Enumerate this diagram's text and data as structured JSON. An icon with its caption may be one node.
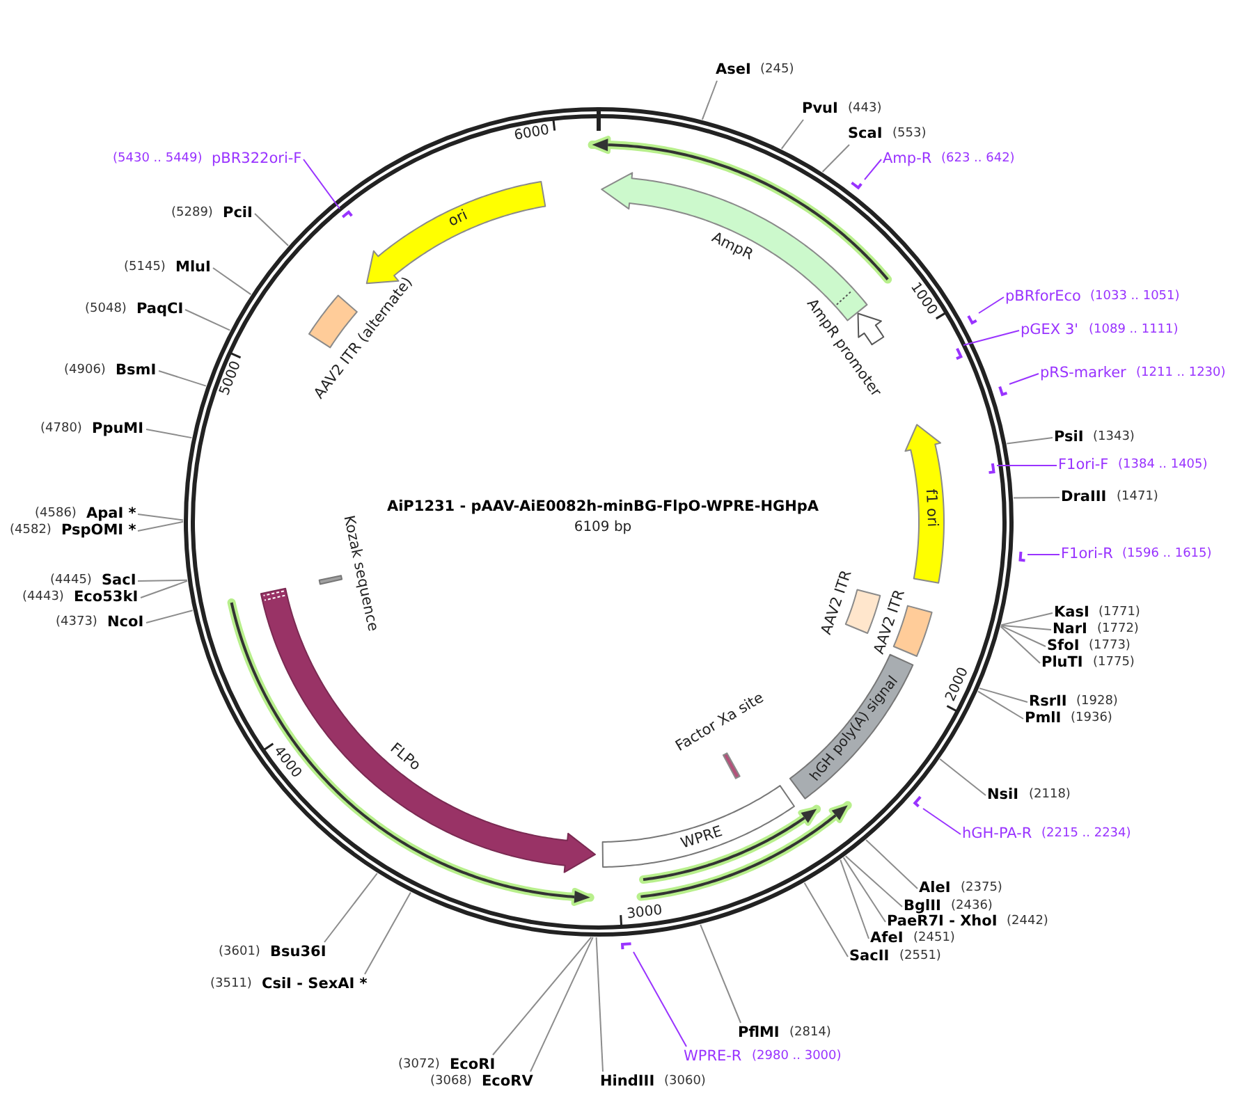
{
  "diagram": {
    "title": "AiP1231 - pAAV-AiE0082h-minBG-FlpO-WPRE-HGHpA",
    "nodes": [
      {
        "text": [
          "AseI",
          "(245)"
        ]
      },
      {
        "text": [
          "PvuI",
          "(443)"
        ]
      },
      {
        "text": [
          "ScaI",
          "(553)"
        ]
      },
      {
        "text": [
          "Amp-R",
          "(623 .. 642)"
        ]
      },
      {
        "text": [],
        "shape": "bar"
      },
      {
        "text": [
          "pBRforEco",
          "(1033 .. 1051)"
        ]
      },
      {
        "text": [],
        "shape": "bar"
      },
      {
        "text": [
          "pGEX 3'",
          "(1089 .. 1111)"
        ]
      },
      {
        "text": [],
        "shape": "bar"
      },
      {
        "text": [
          "pRS-marker",
          "(1211 .. 1230)"
        ]
      },
      {
        "text": [],
        "shape": "bar"
      },
      {
        "text": [
          "PsiI",
          "(1343)"
        ]
      },
      {
        "text": [
          "F1ori-F",
          "(1384 .. 1405)"
        ]
      },
      {
        "text": [],
        "shape": "bar"
      },
      {
        "text": [
          "DraIII",
          "(1471)"
        ]
      },
      {
        "text": [
          "F1ori-R",
          "(1596 .. 1615)"
        ]
      },
      {
        "text": [],
        "shape": "bar"
      },
      {
        "text": [
          "KasI",
          "(1771)"
        ]
      },
      {
        "text": [
          "NarI",
          "(1772)"
        ]
      },
      {
        "text": [
          "SfoI",
          "(1773)"
        ]
      },
      {
        "text": [
          "PluTI",
          "(1775)"
        ]
      },
      {
        "text": [
          "RsrII",
          "(1928)"
        ]
      },
      {
        "text": [
          "PmlI",
          "(1936)"
        ]
      },
      {
        "text": [
          "NsiI",
          "(2118)"
        ]
      },
      {
        "text": [
          "hGH-PA-R",
          "(2215 .. 2234)"
        ]
      },
      {
        "text": [],
        "shape": "bar"
      },
      {
        "text": [
          "AleI",
          "(2375)"
        ]
      },
      {
        "text": [
          "BglII",
          "(2436)"
        ]
      },
      {
        "text": [
          "PaeR7I - XhoI",
          "(2442)"
        ]
      },
      {
        "text": [
          "AfeI",
          "(2451)"
        ]
      },
      {
        "text": [
          "SacII",
          "(2551)"
        ]
      },
      {
        "text": [
          "PflMI",
          "(2814)"
        ]
      },
      {
        "text": [
          "WPRE-R",
          "(2980 .. 3000)"
        ]
      },
      {
        "text": [],
        "shape": "bar"
      },
      {
        "text": [
          "HindIII",
          "(3060)"
        ]
      },
      {
        "text": [
          "(3068)",
          "EcoRV"
        ]
      },
      {
        "text": [
          "(3072)",
          "EcoRI"
        ]
      },
      {
        "text": [
          "(3511)",
          "CsiI - SexAI *"
        ]
      },
      {
        "text": [
          "(3601)",
          "Bsu36I"
        ]
      },
      {
        "text": [
          "(4373)",
          "NcoI"
        ]
      },
      {
        "text": [
          "(4443)",
          "Eco53kI"
        ]
      },
      {
        "text": [
          "(4445)",
          "SacI"
        ]
      },
      {
        "text": [
          "(4582)",
          "PspOMI *"
        ]
      },
      {
        "text": [
          "(4586)",
          "ApaI *"
        ]
      },
      {
        "text": [
          "(4780)",
          "PpuMI"
        ]
      },
      {
        "text": [
          "(4906)",
          "BsmI"
        ]
      },
      {
        "text": [
          "(5048)",
          "PaqCI"
        ]
      },
      {
        "text": [
          "(5145)",
          "MluI"
        ]
      },
      {
        "text": [
          "(5289)",
          "PciI"
        ]
      },
      {
        "text": [
          "(5430 .. 5449)",
          "pBR322ori-F"
        ]
      },
      {
        "text": [],
        "shape": "bar"
      },
      {
        "text": [
          "AmpR"
        ]
      },
      {
        "text": [
          "AmpR promoter"
        ]
      },
      {
        "text": [
          "f1 ori"
        ]
      },
      {
        "text": [
          "AAV2 ITR"
        ]
      },
      {
        "text": [
          "AAV2 ITR"
        ]
      },
      {
        "text": [
          "hGH poly(A) signal"
        ]
      },
      {
        "text": [
          "Factor Xa site"
        ]
      },
      {
        "text": [
          "WPRE"
        ]
      },
      {
        "text": [
          "FLPo"
        ]
      },
      {
        "text": [
          "Kozak sequence"
        ]
      },
      {
        "text": [
          "AAV2 ITR (alternate)"
        ]
      },
      {
        "text": [
          "ori"
        ]
      }
    ],
    "edges": [
      {
        "from": 0,
        "to": null,
        "arrow": "none"
      },
      {
        "from": 1,
        "to": null,
        "arrow": "none"
      },
      {
        "from": 2,
        "to": null,
        "arrow": "none"
      },
      {
        "from": 3,
        "to": 4,
        "arrow": "none",
        "color": "#9933ff"
      },
      {
        "from": 5,
        "to": 6,
        "arrow": "none",
        "color": "#9933ff"
      },
      {
        "from": 7,
        "to": 8,
        "arrow": "none",
        "color": "#9933ff"
      },
      {
        "from": 9,
        "to": 10,
        "arrow": "none",
        "color": "#9933ff"
      },
      {
        "from": 11,
        "to": null,
        "arrow": "none"
      },
      {
        "from": 12,
        "to": 13,
        "arrow": "none",
        "color": "#9933ff"
      },
      {
        "from": 14,
        "to": null,
        "arrow": "none"
      },
      {
        "from": 15,
        "to": 16,
        "arrow": "none",
        "color": "#9933ff"
      },
      {
        "from": 17,
        "to": null,
        "arrow": "none"
      },
      {
        "from": 18,
        "to": null,
        "arrow": "none"
      },
      {
        "from": 19,
        "to": null,
        "arrow": "none"
      },
      {
        "from": 20,
        "to": null,
        "arrow": "none"
      },
      {
        "from": 21,
        "to": null,
        "arrow": "none"
      },
      {
        "from": 22,
        "to": null,
        "arrow": "none"
      },
      {
        "from": 23,
        "to": null,
        "arrow": "none"
      },
      {
        "from": 24,
        "to": 25,
        "arrow": "none",
        "color": "#9933ff"
      },
      {
        "from": 26,
        "to": null,
        "arrow": "none"
      },
      {
        "from": 27,
        "to": null,
        "arrow": "none"
      },
      {
        "from": 28,
        "to": null,
        "arrow": "none"
      },
      {
        "from": 29,
        "to": null,
        "arrow": "none"
      },
      {
        "from": 30,
        "to": null,
        "arrow": "none"
      },
      {
        "from": 31,
        "to": null,
        "arrow": "none"
      },
      {
        "from": 32,
        "to": 33,
        "arrow": "none",
        "color": "#9933ff"
      },
      {
        "from": 34,
        "to": null,
        "arrow": "none"
      },
      {
        "from": 35,
        "to": null,
        "arrow": "none"
      },
      {
        "from": 36,
        "to": null,
        "arrow": "none"
      },
      {
        "from": 37,
        "to": null,
        "arrow": "none"
      },
      {
        "from": 38,
        "to": null,
        "arrow": "none"
      },
      {
        "from": 39,
        "to": null,
        "arrow": "none"
      },
      {
        "from": 40,
        "to": null,
        "arrow": "none"
      },
      {
        "from": 41,
        "to": null,
        "arrow": "none"
      },
      {
        "from": 42,
        "to": null,
        "arrow": "none"
      },
      {
        "from": 43,
        "to": null,
        "arrow": "none"
      },
      {
        "from": 44,
        "to": null,
        "arrow": "none"
      },
      {
        "from": 45,
        "to": null,
        "arrow": "none"
      },
      {
        "from": 46,
        "to": null,
        "arrow": "none"
      },
      {
        "from": 47,
        "to": null,
        "arrow": "none"
      },
      {
        "from": 48,
        "to": null,
        "arrow": "none"
      },
      {
        "from": 49,
        "to": 50,
        "arrow": "none",
        "color": "#9933ff"
      }
    ],
    "labels": [
      "6109 bp",
      "1000",
      "2000",
      "3000",
      "4000",
      "5000",
      "6000"
    ]
  }
}
